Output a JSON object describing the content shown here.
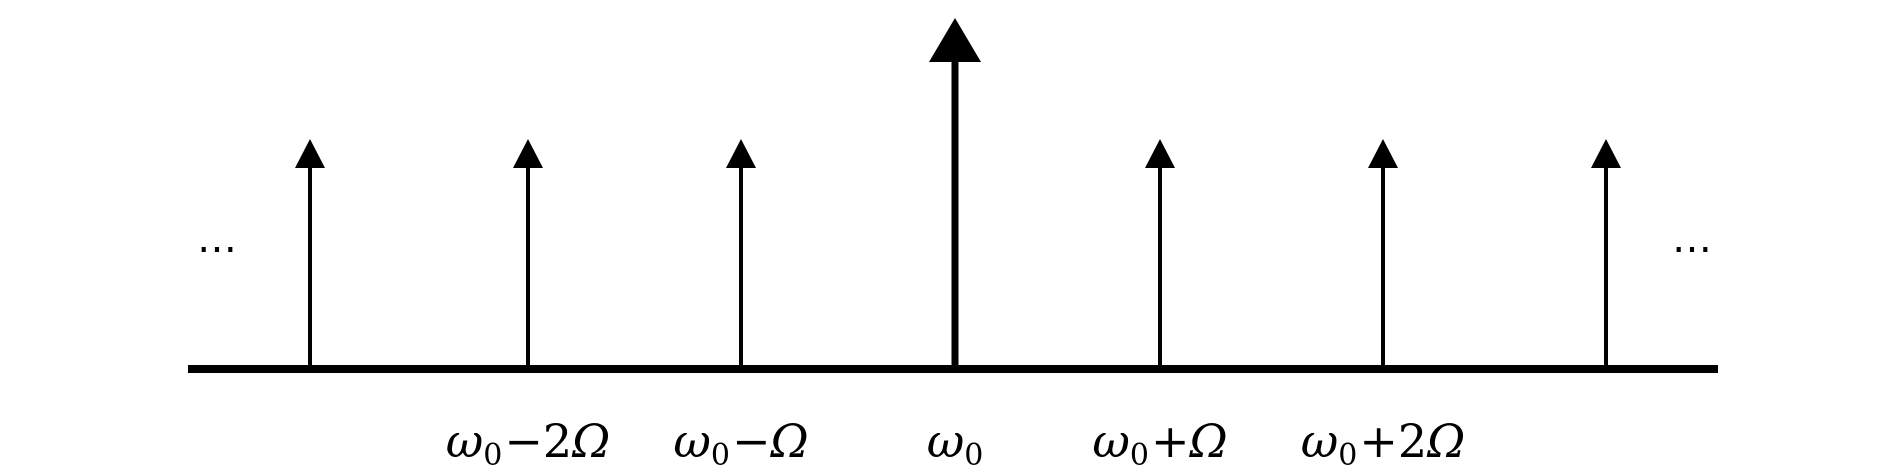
{
  "diagram": {
    "ellipsis_left": "⋯",
    "ellipsis_right": "⋯",
    "colors": {
      "stroke": "#000000",
      "background": "#ffffff"
    },
    "labels": [
      {
        "base": "ω",
        "sub": "0",
        "op": "−",
        "coef": "2",
        "sym": "Ω"
      },
      {
        "base": "ω",
        "sub": "0",
        "op": "−",
        "coef": "",
        "sym": "Ω"
      },
      {
        "base": "ω",
        "sub": "0",
        "op": "",
        "coef": "",
        "sym": ""
      },
      {
        "base": "ω",
        "sub": "0",
        "op": "+",
        "coef": "",
        "sym": "Ω"
      },
      {
        "base": "ω",
        "sub": "0",
        "op": "+",
        "coef": "2",
        "sym": "Ω"
      }
    ]
  }
}
